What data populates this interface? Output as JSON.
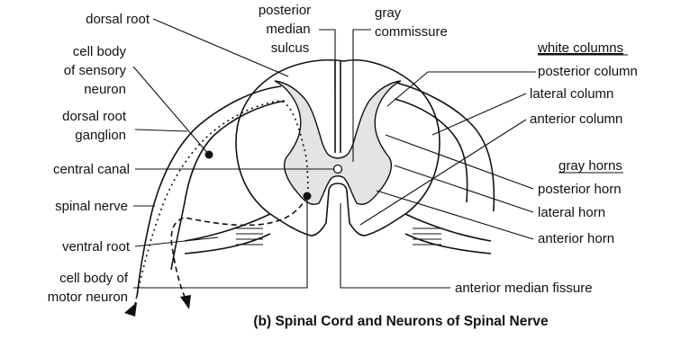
{
  "labels": {
    "dorsal_root": "dorsal root",
    "cell_body_sensory_1": "cell body",
    "cell_body_sensory_2": "of sensory",
    "cell_body_sensory_3": "neuron",
    "dorsal_root_ganglion_1": "dorsal root",
    "dorsal_root_ganglion_2": "ganglion",
    "central_canal": "central canal",
    "spinal_nerve": "spinal nerve",
    "ventral_root": "ventral root",
    "cell_body_motor_1": "cell body of",
    "cell_body_motor_2": "motor neuron",
    "posterior_median_sulcus_1": "posterior",
    "posterior_median_sulcus_2": "median",
    "posterior_median_sulcus_3": "sulcus",
    "gray_commissure_1": "gray",
    "gray_commissure_2": "commissure",
    "white_columns_heading": "white columns",
    "posterior_column": "posterior column",
    "lateral_column": "lateral column",
    "anterior_column": "anterior column",
    "gray_horns_heading": "gray horns",
    "posterior_horn": "posterior horn",
    "lateral_horn": "lateral horn",
    "anterior_horn": "anterior horn",
    "anterior_median_fissure": "anterior median fissure"
  },
  "caption": "(b) Spinal Cord and Neurons of Spinal Nerve"
}
